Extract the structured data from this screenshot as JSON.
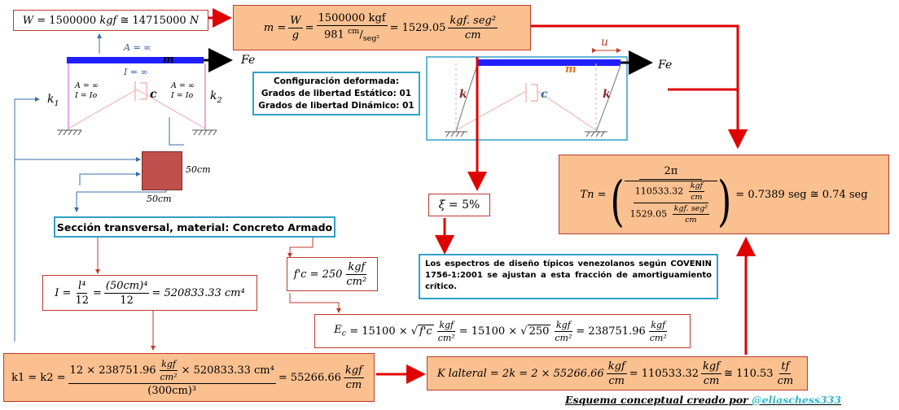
{
  "weight": {
    "W": "W",
    "value": "= 1500000",
    "unit": "kgf",
    "approx": "≅ 14715000",
    "unit2": "N"
  },
  "mass": {
    "m": "m =",
    "W": "W",
    "g": "g",
    "eq": "=",
    "num": "1500000 kgf",
    "den_a": "981",
    "den_b": "cm",
    "den_c": "seg²",
    "eq2": "= 1529.05",
    "unit_num": "kgf. seg²",
    "unit_den": "cm"
  },
  "frame_left": {
    "A_top": "A = ∞",
    "m": "m",
    "Fe": "Fe",
    "I_top": "I = ∞",
    "A_left": "A = ∞",
    "I_left": "I = Io",
    "c": "c",
    "A_right": "A = ∞",
    "I_right": "I = Io",
    "k1": "k",
    "k1_sub": "1",
    "k2": "k",
    "k2_sub": "2"
  },
  "config": {
    "line1": "Configuración deformada:",
    "line2": "Grados de libertad Estático: 01",
    "line3": "Grados de libertad Dinámico: 01"
  },
  "frame_right": {
    "u": "u",
    "Fe": "Fe",
    "m": "m",
    "k_left": "k",
    "c": "c",
    "k_right": "k"
  },
  "section": {
    "b": "50cm",
    "h": "50cm"
  },
  "section_title": "Sección transversal, material: Concreto Armado",
  "xi": {
    "symbol": "ξ",
    "value": "= 5%"
  },
  "spectra_note": "Los espectros de diseño típicos venezolanos según COVENIN 1756-1:2001 se ajustan a esta fracción de amortiguamiento crítico.",
  "period": {
    "Tn": "Tn =",
    "num": "2π",
    "k_val": "110533.32",
    "k_unit_num": "kgf",
    "k_unit_den": "cm",
    "m_val": "1529.05",
    "m_unit_num": "kgf. seg²",
    "m_unit_den": "cm",
    "result": "= 0.7389 seg ≅ 0.74 seg"
  },
  "fc": {
    "label": "f'c = 250",
    "unit_num": "kgf",
    "unit_den": "cm²"
  },
  "inertia": {
    "I": "I =",
    "num1": "l⁴",
    "den1": "12",
    "eq1": "=",
    "num2": "(50cm)⁴",
    "den2": "12",
    "result": "= 520833.33 cm⁴"
  },
  "ec": {
    "label": "E",
    "sub": "c",
    "eq": "= 15100 × √",
    "fc": "f'c",
    "u1n": "kgf",
    "u1d": "cm²",
    "eq2": "= 15100 × √",
    "v250": "250",
    "u2n": "kgf",
    "u2d": "cm²",
    "result": "= 238751.96",
    "u3n": "kgf",
    "u3d": "cm²"
  },
  "k_each": {
    "label": "k1 = k2 =",
    "num": "12 × 238751.96",
    "un": "kgf",
    "ud": "cm²",
    "num2": "× 520833.33 cm⁴",
    "den": "(300cm)³",
    "result": "= 55266.66",
    "rn": "kgf",
    "rd": "cm"
  },
  "k_lateral": {
    "label": "K lalteral = 2k = 2 × 55266.66",
    "un": "kgf",
    "ud": "cm",
    "eq": "= 110533.32",
    "un2": "kgf",
    "ud2": "cm",
    "eq2": "≅ 110.53",
    "un3": "tf",
    "ud3": "cm"
  },
  "credit": {
    "text": "Esquema conceptual creado por",
    "handle": "@eliaschess333"
  },
  "colors": {
    "accent_red": "#e00000",
    "box_orange": "#fac090",
    "frame_blue": "#3030e0",
    "box_blue_border": "#31a0c8",
    "column_pink": "#e08bd8",
    "section_fill": "#c0504d"
  }
}
